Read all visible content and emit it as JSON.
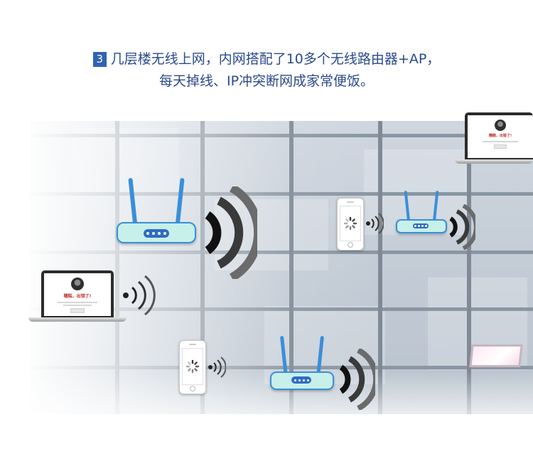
{
  "headline": {
    "number": "3",
    "line1": "几层楼无线上网，内网搭配了10多个无线路由器+AP，",
    "line2": "每天掉线、IP冲突断网成家常便饭。"
  },
  "laptop_screen": {
    "alert_text": "糟糕，出错了!"
  },
  "colors": {
    "headline_text": "#2a4a8a",
    "number_badge": "#2f63b4",
    "router_body": "#c7f0ea",
    "router_outline": "#3a8fd8",
    "router_led_bar": "#2f6cc4"
  },
  "icons": [
    "wifi-router-icon",
    "wifi-signal-icon",
    "smartphone-icon",
    "loading-spinner-icon",
    "laptop-icon"
  ]
}
